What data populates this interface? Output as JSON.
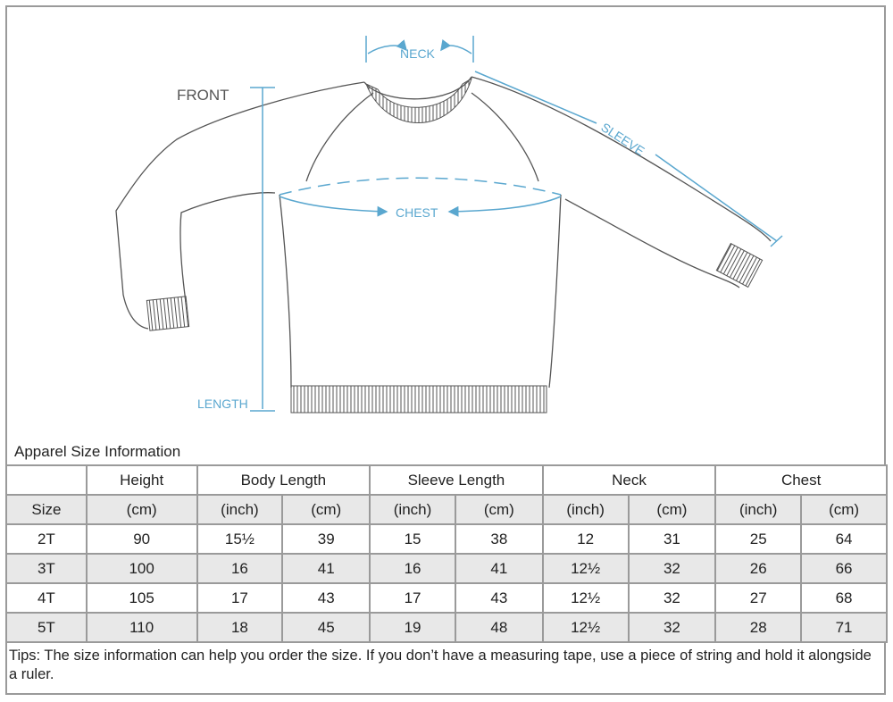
{
  "diagram": {
    "front_label": "FRONT",
    "neck_label": "NECK",
    "sleeve_label": "SLEEVE",
    "chest_label": "CHEST",
    "length_label": "LENGTH",
    "measure_color": "#5aa7cf",
    "outline_color": "#555555"
  },
  "table": {
    "title": "Apparel Size Information",
    "group_headers": [
      "Height",
      "Body Length",
      "Sleeve Length",
      "Neck",
      "Chest"
    ],
    "size_label": "Size",
    "unit_headers": [
      "(cm)",
      "(inch)",
      "(cm)",
      "(inch)",
      "(cm)",
      "(inch)",
      "(cm)",
      "(inch)",
      "(cm)"
    ],
    "rows": [
      [
        "2T",
        "90",
        "15½",
        "39",
        "15",
        "38",
        "12",
        "31",
        "25",
        "64"
      ],
      [
        "3T",
        "100",
        "16",
        "41",
        "16",
        "41",
        "12½",
        "32",
        "26",
        "66"
      ],
      [
        "4T",
        "105",
        "17",
        "43",
        "17",
        "43",
        "12½",
        "32",
        "27",
        "68"
      ],
      [
        "5T",
        "110",
        "18",
        "45",
        "19",
        "48",
        "12½",
        "32",
        "28",
        "71"
      ]
    ]
  },
  "tips": "Tips:  The size information can help you order the size. If you don’t have a measuring tape, use a piece of string and hold it alongside a ruler."
}
